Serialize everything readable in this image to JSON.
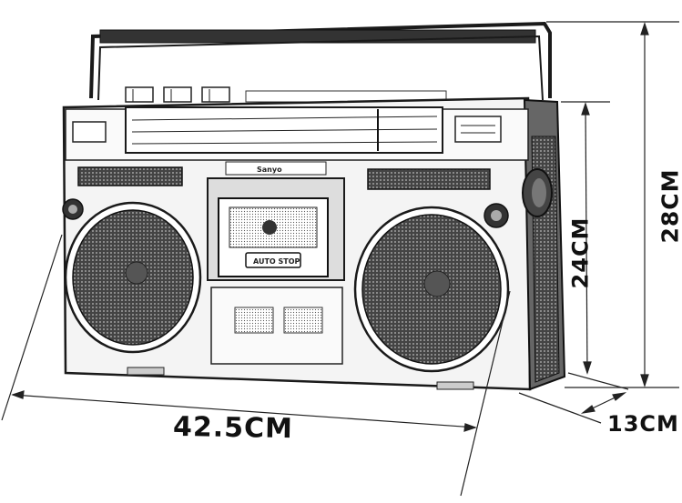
{
  "product": {
    "cassette_button_text": "AUTO STOP",
    "brand_badge_text": "Sanyo"
  },
  "dimensions": {
    "width": "42.5CM",
    "depth": "13CM",
    "body_height": "24CM",
    "total_height": "28CM"
  },
  "colors": {
    "ink": "#1a1a1a",
    "speaker_fill": "#3a3a3a",
    "body": "#f4f4f4"
  }
}
